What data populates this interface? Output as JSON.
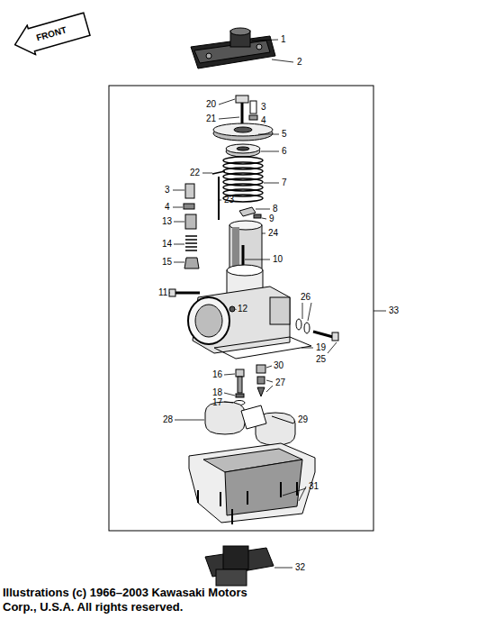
{
  "diagram": {
    "nodes": [
      {
        "text": [
          "FRONT"
        ]
      }
    ],
    "labels": [
      "1",
      "2",
      "20",
      "3",
      "21",
      "4",
      "5",
      "6",
      "7",
      "22",
      "3",
      "23",
      "8",
      "4",
      "9",
      "13",
      "24",
      "14",
      "15",
      "10",
      "11",
      "26",
      "12",
      "33",
      "19",
      "25",
      "16",
      "30",
      "27",
      "18",
      "17",
      "28",
      "29",
      "31",
      "32",
      "Illustrations (c) 1966–2003 Kawasaki Motors Corp., U.S.A. All rights reserved."
    ]
  }
}
